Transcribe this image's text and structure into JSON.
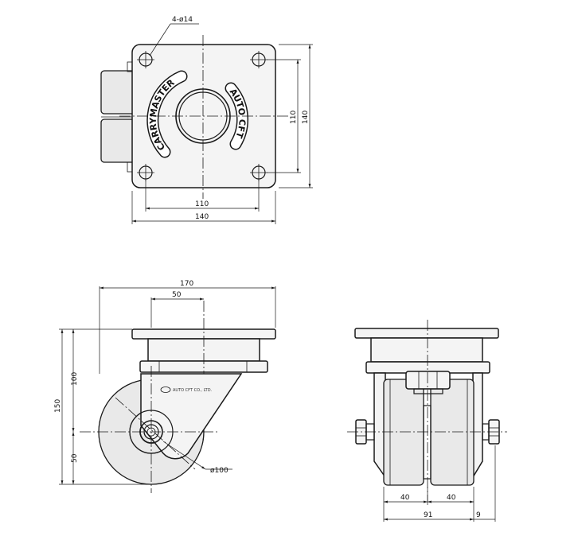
{
  "top_view": {
    "hole_callout": "4-ø14",
    "logo_left": "CARRYMASTER",
    "logo_right": "AUTO CFT",
    "dim_inner_h": "110",
    "dim_outer_h": "140",
    "dim_inner_v": "110",
    "dim_outer_v": "140"
  },
  "side_view": {
    "dim_overall_width": "170",
    "dim_offset": "50",
    "dim_total_height": "150",
    "dim_upper_height": "100",
    "dim_lower_height": "50",
    "wheel_diameter": "ø100",
    "manufacturer": "AUTO CFT CO., LTD."
  },
  "front_view": {
    "dim_wheel_left": "40",
    "dim_wheel_right": "40",
    "dim_overall": "91",
    "dim_bolt": "9"
  }
}
